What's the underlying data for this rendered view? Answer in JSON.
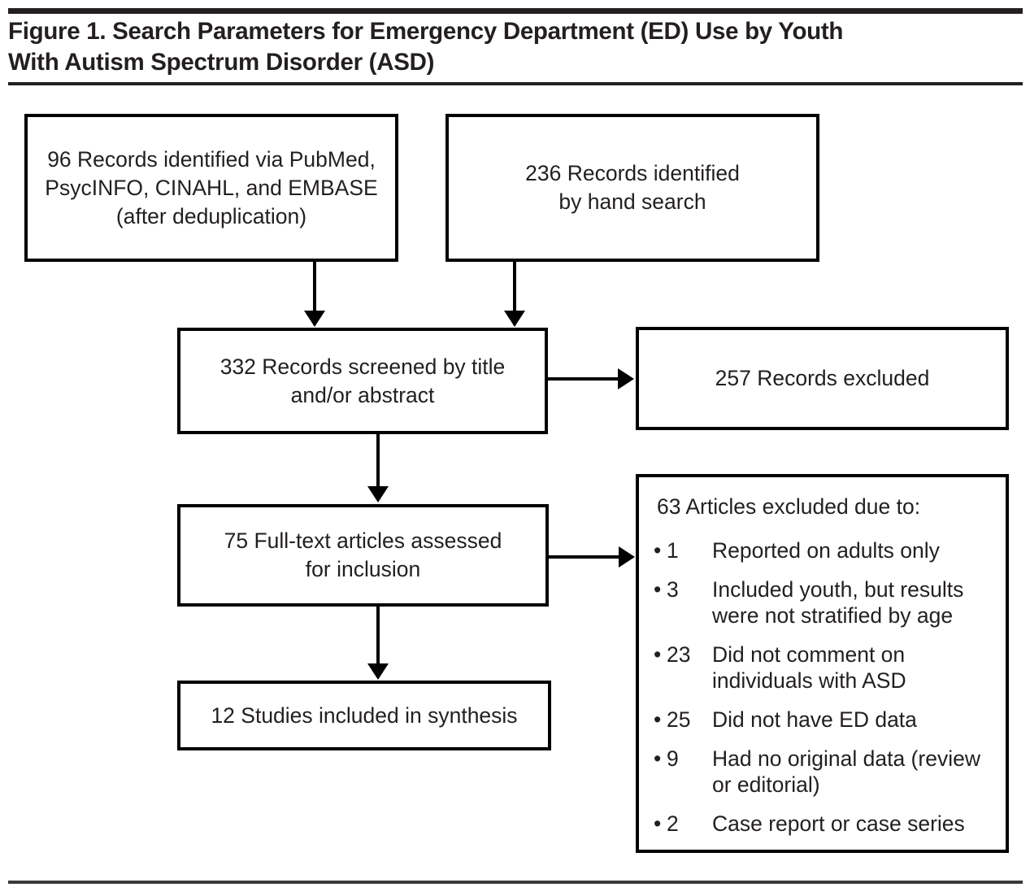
{
  "figure": {
    "title": "Figure 1. Search Parameters for Emergency Department (ED) Use by Youth\nWith Autism Spectrum Disorder (ASD)"
  },
  "boxes": {
    "identified_database": "96 Records identified via PubMed,\nPsycINFO, CINAHL, and EMBASE\n(after deduplication)",
    "identified_hand": "236 Records identified\nby hand search",
    "screened": "332 Records screened by title\nand/or abstract",
    "records_excluded": "257 Records excluded",
    "fulltext_assessed": "75 Full-text articles assessed\nfor inclusion",
    "included": "12 Studies included in synthesis"
  },
  "exclusions": {
    "heading": "63 Articles excluded due to:",
    "bullet": "•",
    "items": [
      {
        "count": "1",
        "reason": "Reported on adults only"
      },
      {
        "count": "3",
        "reason": "Included youth, but results\nwere not stratified by age"
      },
      {
        "count": "23",
        "reason": "Did not comment on\nindividuals with ASD"
      },
      {
        "count": "25",
        "reason": "Did not have ED data"
      },
      {
        "count": "9",
        "reason": "Had no original data (review\nor editorial)"
      },
      {
        "count": "2",
        "reason": "Case report or case series"
      }
    ]
  },
  "chart_data": {
    "type": "diagram",
    "title": "Figure 1. Search Parameters for Emergency Department (ED) Use by Youth With Autism Spectrum Disorder (ASD)",
    "nodes": [
      {
        "id": "identified_database",
        "label": "96 Records identified via PubMed, PsycINFO, CINAHL, and EMBASE (after deduplication)",
        "value": 96
      },
      {
        "id": "identified_hand",
        "label": "236 Records identified by hand search",
        "value": 236
      },
      {
        "id": "screened",
        "label": "332 Records screened by title and/or abstract",
        "value": 332
      },
      {
        "id": "records_excluded",
        "label": "257 Records excluded",
        "value": 257
      },
      {
        "id": "fulltext_assessed",
        "label": "75 Full-text articles assessed for inclusion",
        "value": 75
      },
      {
        "id": "articles_excluded",
        "label": "63 Articles excluded due to:",
        "value": 63
      },
      {
        "id": "included",
        "label": "12 Studies included in synthesis",
        "value": 12
      }
    ],
    "edges": [
      {
        "from": "identified_database",
        "to": "screened"
      },
      {
        "from": "identified_hand",
        "to": "screened"
      },
      {
        "from": "screened",
        "to": "records_excluded"
      },
      {
        "from": "screened",
        "to": "fulltext_assessed"
      },
      {
        "from": "fulltext_assessed",
        "to": "articles_excluded"
      },
      {
        "from": "fulltext_assessed",
        "to": "included"
      }
    ],
    "exclusion_breakdown": {
      "categories": [
        "Reported on adults only",
        "Included youth, but results were not stratified by age",
        "Did not comment on individuals with ASD",
        "Did not have ED data",
        "Had no original data (review or editorial)",
        "Case report or case series"
      ],
      "values": [
        1,
        3,
        23,
        25,
        9,
        2
      ]
    }
  }
}
